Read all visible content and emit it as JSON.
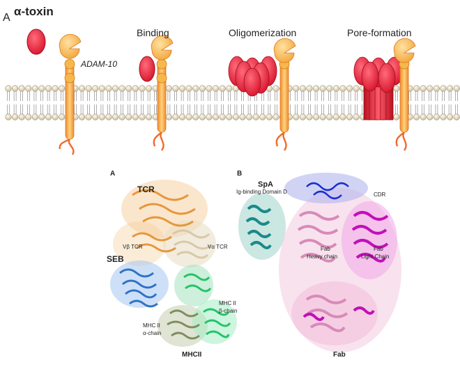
{
  "panel_top": {
    "panel_letter": "A",
    "toxin_label": "α-toxin",
    "receptor_label": "ADAM-10",
    "stage_binding": "Binding",
    "stage_oligomerization": "Oligomerization",
    "stage_pore": "Pore-formation"
  },
  "panel_left": {
    "panel_letter": "A",
    "tcr": "TCR",
    "vbeta_tcr": "Vβ TCR",
    "valpha_tcr": "Vα TCR",
    "seb": "SEB",
    "mhc_alpha_1": "MHC II",
    "mhc_alpha_2": "α-chain",
    "mhc_beta_1": "MHC II",
    "mhc_beta_2": "β-chain",
    "mhcii": "MHCII"
  },
  "panel_right": {
    "panel_letter": "B",
    "spa": "SpA",
    "spa_sub": "Ig-binding Domain D",
    "cdr": "CDR",
    "fab_heavy_1": "Fab",
    "fab_heavy_2": "Heavy chain",
    "fab_light_1": "Fab",
    "fab_light_2": "Light Chain",
    "fab": "Fab"
  },
  "colors": {
    "toxin": "#e8283f",
    "receptor_head": "#f7b84b",
    "receptor_stalk": "#f6a640",
    "tail": "#f06a2a",
    "lipid_head": "#d8cdb2",
    "tcr": "#f0a74a",
    "seb": "#3a7ed0",
    "mhc_alpha": "#8a9b6a",
    "mhc_beta": "#3bd47a",
    "spa": "#1a8a8a",
    "cdr": "#1a2fd0",
    "fab_heavy": "#e6a0c8",
    "fab_light": "#d21cc6"
  }
}
